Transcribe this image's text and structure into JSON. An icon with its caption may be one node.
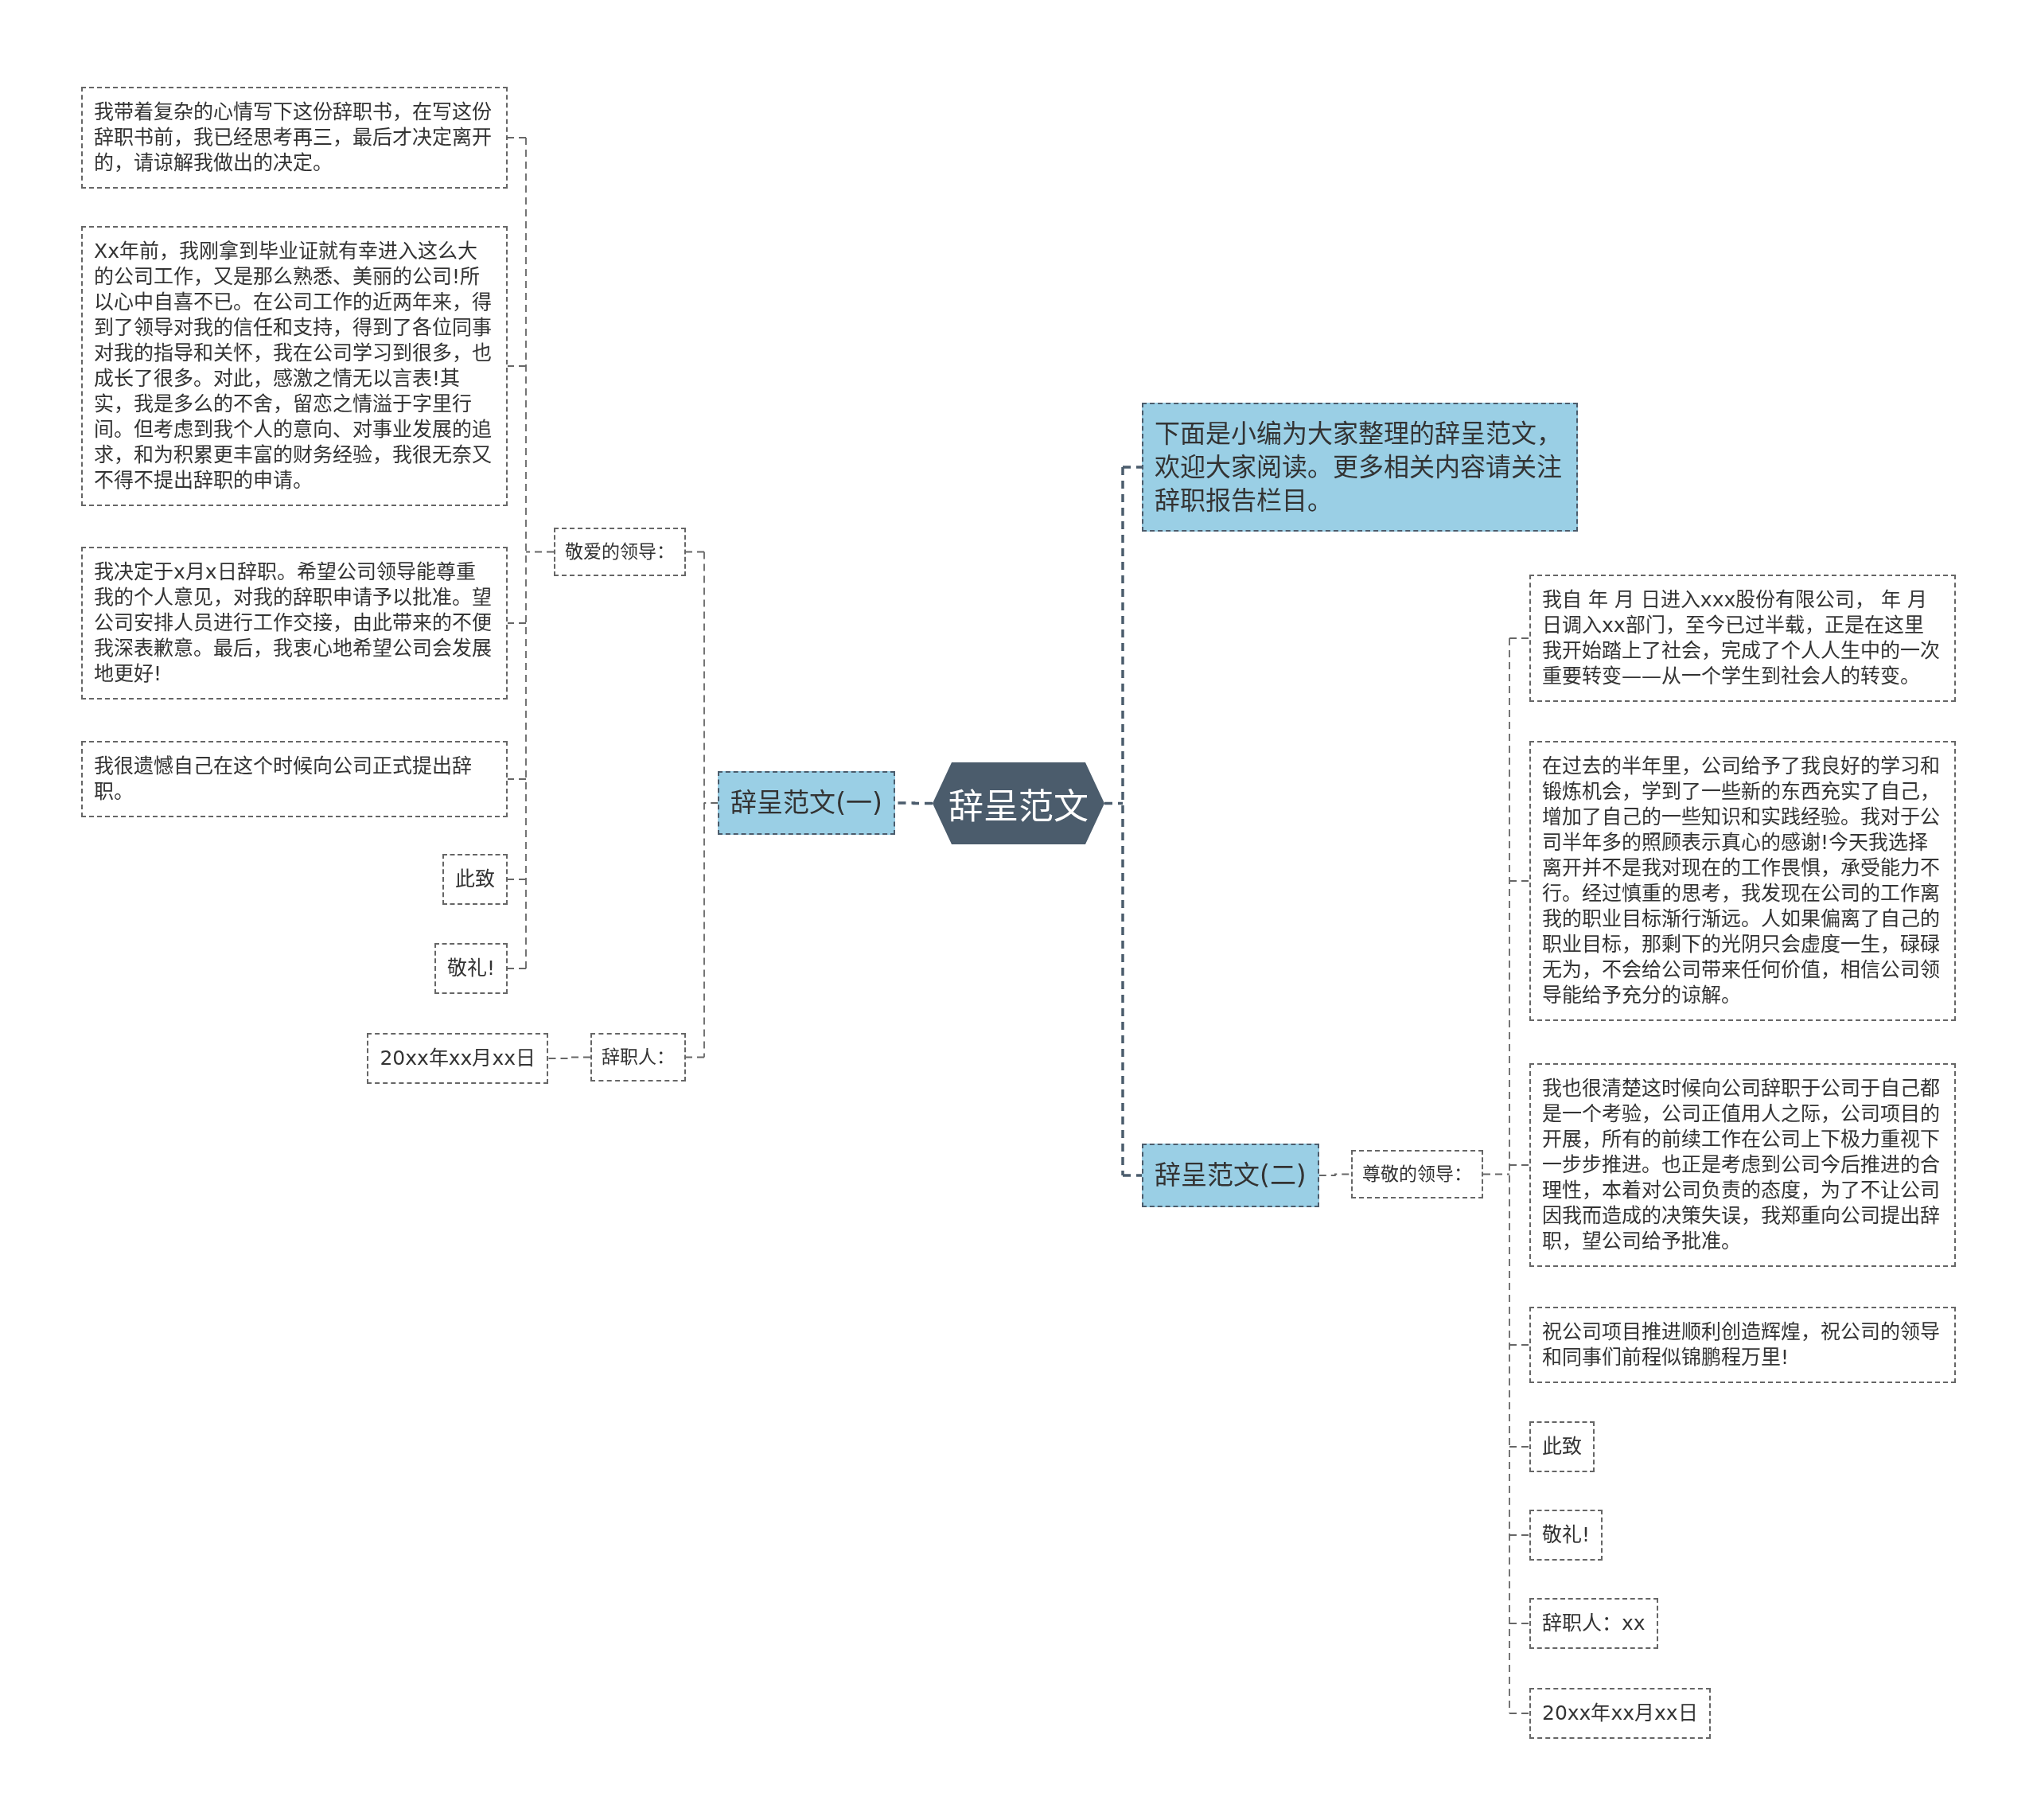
{
  "diagram": {
    "nodes": [
      {
        "text": [
          "辞呈范文"
        ]
      },
      {
        "text": [
          "辞呈范文(一)"
        ]
      },
      {
        "text": [
          "敬爱的领导："
        ]
      },
      {
        "text": [
          "我带着复杂的心情写下这份辞职书，在写这份辞职书前，我已经思考再三，最后才决定离开的，请谅解我做出的决定。"
        ]
      },
      {
        "text": [
          "Xx年前，我刚拿到毕业证就有幸进入这么大的公司工作，又是那么熟悉、美丽的公司!所以心中自喜不已。在公司工作的近两年来，得到了领导对我的信任和支持，得到了各位同事对我的指导和关怀，我在公司学习到很多，也成长了很多。对此，感激之情无以言表!其实，我是多么的不舍，留恋之情溢于字里行间。但考虑到我个人的意向、对事业发展的追求，和为积累更丰富的财务经验，我很无奈又不得不提出辞职的申请。"
        ]
      },
      {
        "text": [
          "我决定于x月x日辞职。希望公司领导能尊重我的个人意见，对我的辞职申请予以批准。望公司安排人员进行工作交接，由此带来的不便我深表歉意。最后，我衷心地希望公司会发展地更好!"
        ]
      },
      {
        "text": [
          "我很遗憾自己在这个时候向公司正式提出辞职。"
        ]
      },
      {
        "text": [
          "此致"
        ]
      },
      {
        "text": [
          "敬礼!"
        ]
      },
      {
        "text": [
          "辞职人："
        ]
      },
      {
        "text": [
          "20xx年xx月xx日"
        ]
      },
      {
        "text": [
          "下面是小编为大家整理的辞呈范文，欢迎大家阅读。更多相关内容请关注辞职报告栏目。"
        ]
      },
      {
        "text": [
          "辞呈范文(二)"
        ]
      },
      {
        "text": [
          "尊敬的领导："
        ]
      },
      {
        "text": [
          "我自 年 月 日进入xxx股份有限公司， 年 月日调入xx部门，至今已过半载，正是在这里我开始踏上了社会，完成了个人人生中的一次重要转变——从一个学生到社会人的转变。"
        ]
      },
      {
        "text": [
          "在过去的半年里，公司给予了我良好的学习和锻炼机会，学到了一些新的东西充实了自己，增加了自己的一些知识和实践经验。我对于公司半年多的照顾表示真心的感谢!今天我选择离开并不是我对现在的工作畏惧，承受能力不行。经过慎重的思考，我发现在公司的工作离我的职业目标渐行渐远。人如果偏离了自己的职业目标，那剩下的光阴只会虚度一生，碌碌无为，不会给公司带来任何价值，相信公司领导能给予充分的谅解。"
        ]
      },
      {
        "text": [
          "我也很清楚这时候向公司辞职于公司于自己都是一个考验，公司正值用人之际，公司项目的开展，所有的前续工作在公司上下极力重视下一步步推进。也正是考虑到公司今后推进的合理性，本着对公司负责的态度，为了不让公司因我而造成的决策失误，我郑重向公司提出辞职，望公司给予批准。"
        ]
      },
      {
        "text": [
          "祝公司项目推进顺利创造辉煌，祝公司的领导和同事们前程似锦鹏程万里!"
        ]
      },
      {
        "text": [
          "此致"
        ]
      },
      {
        "text": [
          "敬礼!"
        ]
      },
      {
        "text": [
          "辞职人：xx"
        ]
      },
      {
        "text": [
          "20xx年xx月xx日"
        ]
      }
    ],
    "edges": [
      {
        "from": 0,
        "to": 1,
        "arrow": "none",
        "style": "dashed",
        "color": "#4b5c6c"
      },
      {
        "from": 1,
        "to": 2,
        "arrow": "none",
        "style": "dashed"
      },
      {
        "from": 2,
        "to": 3,
        "arrow": "none",
        "style": "dashed"
      },
      {
        "from": 2,
        "to": 4,
        "arrow": "none",
        "style": "dashed"
      },
      {
        "from": 2,
        "to": 5,
        "arrow": "none",
        "style": "dashed"
      },
      {
        "from": 2,
        "to": 6,
        "arrow": "none",
        "style": "dashed"
      },
      {
        "from": 2,
        "to": 7,
        "arrow": "none",
        "style": "dashed"
      },
      {
        "from": 2,
        "to": 8,
        "arrow": "none",
        "style": "dashed"
      },
      {
        "from": 1,
        "to": 9,
        "arrow": "none",
        "style": "dashed"
      },
      {
        "from": 9,
        "to": 10,
        "arrow": "none",
        "style": "dashed"
      },
      {
        "from": 0,
        "to": 11,
        "arrow": "none",
        "style": "dashed",
        "color": "#4b5c6c"
      },
      {
        "from": 0,
        "to": 12,
        "arrow": "none",
        "style": "dashed",
        "color": "#4b5c6c"
      },
      {
        "from": 12,
        "to": 13,
        "arrow": "none",
        "style": "dashed"
      },
      {
        "from": 13,
        "to": 14,
        "arrow": "none",
        "style": "dashed"
      },
      {
        "from": 13,
        "to": 15,
        "arrow": "none",
        "style": "dashed"
      },
      {
        "from": 13,
        "to": 16,
        "arrow": "none",
        "style": "dashed"
      },
      {
        "from": 13,
        "to": 17,
        "arrow": "none",
        "style": "dashed"
      },
      {
        "from": 13,
        "to": 18,
        "arrow": "none",
        "style": "dashed"
      },
      {
        "from": 13,
        "to": 19,
        "arrow": "none",
        "style": "dashed"
      },
      {
        "from": 13,
        "to": 20,
        "arrow": "none",
        "style": "dashed"
      },
      {
        "from": 13,
        "to": 21,
        "arrow": "none",
        "style": "dashed"
      }
    ]
  }
}
